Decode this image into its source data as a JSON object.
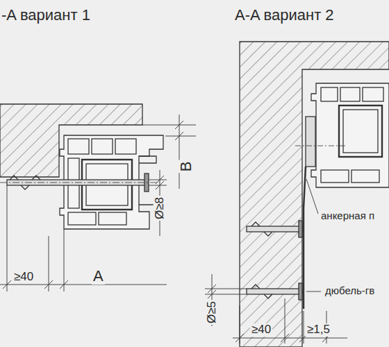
{
  "diagram": {
    "labels": [
      "-A вариант 1",
      "A-A вариант 2",
      "B",
      "Ø≥8",
      "≥40",
      "A",
      "анкерная п",
      "дюбель-гв",
      "Ø≥5",
      "≥40",
      "≥1,5"
    ]
  }
}
